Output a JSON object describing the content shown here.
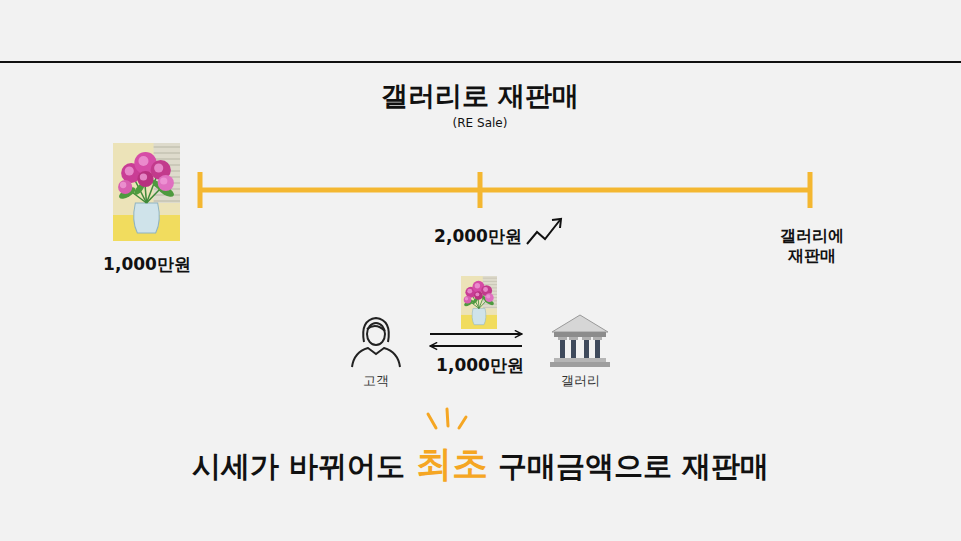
{
  "diagram": {
    "title": "갤러리로 재판매",
    "nodes": [
      {
        "text": [
          "고객"
        ]
      },
      {
        "text": [
          "갤러리"
        ]
      }
    ],
    "edges": [
      {
        "from": 0,
        "to": 1,
        "arrow": "to"
      },
      {
        "from": 1,
        "to": 0,
        "label": "1,000만원",
        "arrow": "to"
      }
    ],
    "labels": [
      "(RE Sale)",
      "1,000만원",
      "2,000만원",
      "갤러리에 재판매",
      "시세가 바뀌어도",
      "최초",
      "구매금액으로 재판매"
    ]
  }
}
